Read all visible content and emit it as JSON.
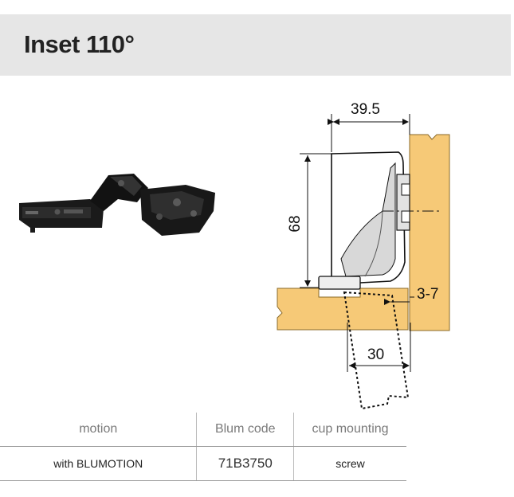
{
  "header": {
    "title": "Inset 110°"
  },
  "diagram": {
    "dim_width": "39.5",
    "dim_height": "68",
    "dim_offset": "3-7",
    "dim_cup": "30"
  },
  "table": {
    "columns": [
      "motion",
      "Blum code",
      "cup mounting"
    ],
    "rows": [
      [
        "with BLUMOTION",
        "71B3750",
        "screw"
      ]
    ]
  },
  "colors": {
    "header_bg": "#e6e6e6",
    "wood": "#f6c977",
    "wood_edge": "#8a6a2a"
  }
}
